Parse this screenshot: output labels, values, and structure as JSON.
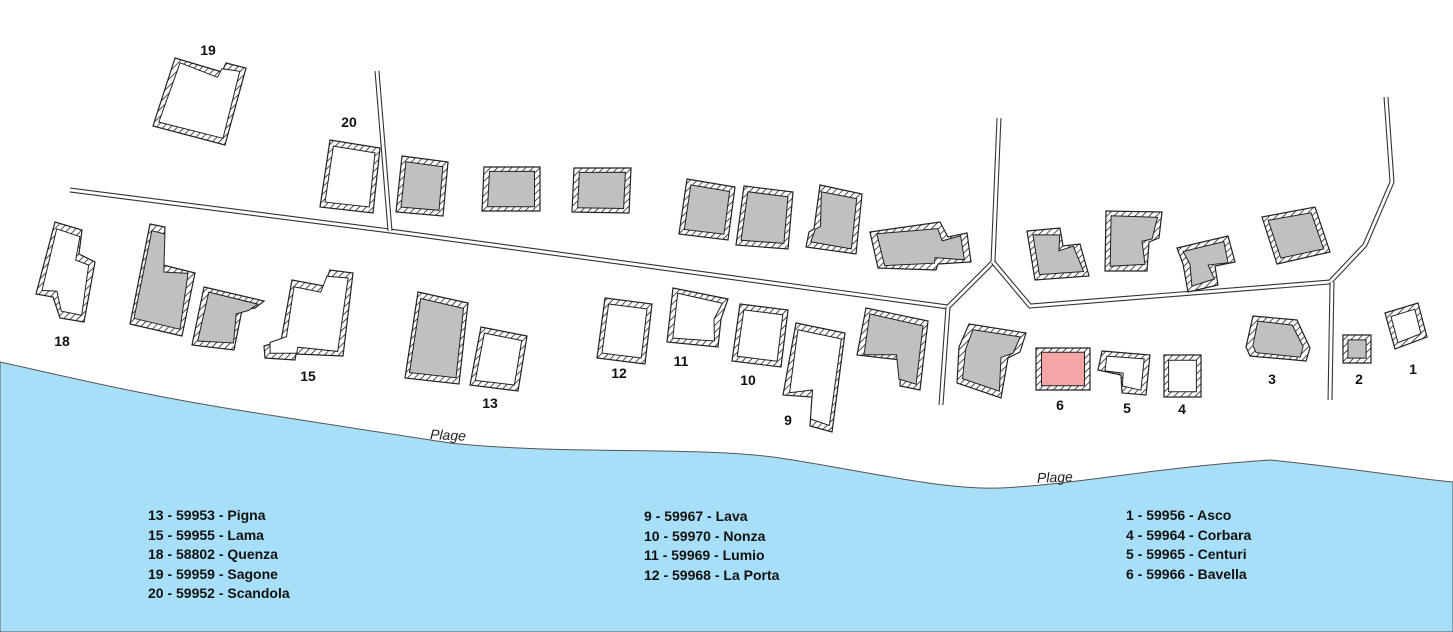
{
  "colors": {
    "sea": "#a8dff8",
    "building_fill": "#c0c0c0",
    "highlight_fill": "#f4a6a6",
    "outline": "#222222"
  },
  "beach_labels": [
    "Plage",
    "Plage"
  ],
  "buildings": [
    {
      "id": "b19",
      "number": "19",
      "fill": "empty"
    },
    {
      "id": "b20",
      "number": "20",
      "fill": "empty"
    },
    {
      "id": "r1a",
      "number": "",
      "fill": "grey"
    },
    {
      "id": "r1b",
      "number": "",
      "fill": "grey"
    },
    {
      "id": "r1c",
      "number": "",
      "fill": "grey"
    },
    {
      "id": "r1d",
      "number": "",
      "fill": "grey"
    },
    {
      "id": "r1e",
      "number": "",
      "fill": "grey"
    },
    {
      "id": "r1f",
      "number": "",
      "fill": "grey"
    },
    {
      "id": "r1g",
      "number": "",
      "fill": "grey"
    },
    {
      "id": "r1h",
      "number": "",
      "fill": "grey"
    },
    {
      "id": "r1i",
      "number": "",
      "fill": "grey"
    },
    {
      "id": "r1j",
      "number": "",
      "fill": "grey"
    },
    {
      "id": "r1k",
      "number": "",
      "fill": "grey"
    },
    {
      "id": "b18",
      "number": "18",
      "fill": "empty"
    },
    {
      "id": "r2a",
      "number": "",
      "fill": "grey"
    },
    {
      "id": "r2b",
      "number": "",
      "fill": "grey"
    },
    {
      "id": "b15",
      "number": "15",
      "fill": "empty"
    },
    {
      "id": "r2c",
      "number": "",
      "fill": "grey"
    },
    {
      "id": "b13",
      "number": "13",
      "fill": "empty"
    },
    {
      "id": "b12",
      "number": "12",
      "fill": "empty"
    },
    {
      "id": "b11",
      "number": "11",
      "fill": "empty"
    },
    {
      "id": "b10",
      "number": "10",
      "fill": "empty"
    },
    {
      "id": "b9",
      "number": "9",
      "fill": "empty"
    },
    {
      "id": "r2d",
      "number": "",
      "fill": "grey"
    },
    {
      "id": "r2e",
      "number": "",
      "fill": "grey"
    },
    {
      "id": "b6",
      "number": "6",
      "fill": "highlight"
    },
    {
      "id": "b5",
      "number": "5",
      "fill": "empty"
    },
    {
      "id": "b4",
      "number": "4",
      "fill": "empty"
    },
    {
      "id": "b3",
      "number": "3",
      "fill": "grey"
    },
    {
      "id": "b2",
      "number": "2",
      "fill": "grey"
    },
    {
      "id": "b1",
      "number": "1",
      "fill": "empty"
    }
  ],
  "legend": [
    [
      "13 - 59953 - Pigna",
      "15 - 59955 - Lama",
      "18 - 58802 - Quenza",
      "19 - 59959 - Sagone",
      "20 - 59952 - Scandola"
    ],
    [
      "9 - 59967 - Lava",
      "10 - 59970 - Nonza",
      "11 - 59969 - Lumio",
      "12 - 59968 - La Porta"
    ],
    [
      "1 - 59956 - Asco",
      "4 - 59964 - Corbara",
      "5 - 59965 - Centuri",
      "6 - 59966 - Bavella"
    ]
  ]
}
